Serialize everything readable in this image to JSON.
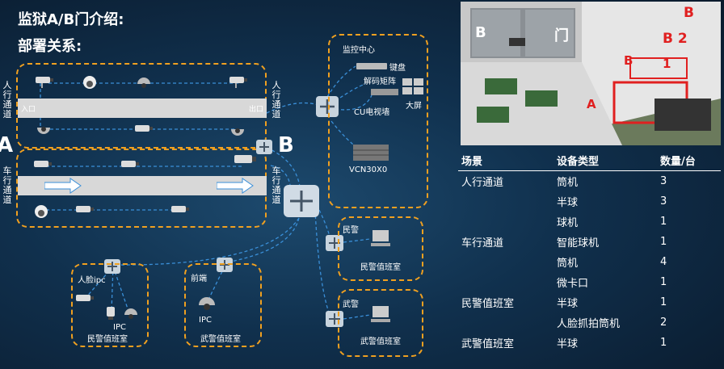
{
  "heading": {
    "line1": "监狱A/B门介绍:",
    "line2": "部署关系:"
  },
  "labels": {
    "A": "A",
    "B": "B",
    "ped_left": "人行通道",
    "ped_right": "人行通道",
    "veh_left": "车行通道",
    "veh_right": "车行通道",
    "entrance": "入口",
    "exit": "出口",
    "monitor_center": "监控中心",
    "keyboard": "键盘",
    "decoder": "解码矩阵",
    "big_screen": "大屏",
    "cu_wall": "CU电视墙",
    "vcn": "VCN30X0",
    "police1_title": "民警",
    "police1_room": "民警值班室",
    "police2_title": "武警",
    "police2_room": "武警值班室",
    "face_ipc": "人脸ipc",
    "ipc_label": "IPC",
    "box1_room": "民警值班室",
    "front": "前端",
    "ipc2": "IPC",
    "box2_room": "武警值班室"
  },
  "scene": {
    "door_left": "B",
    "door_right": "门",
    "red1": "B",
    "red2": "B 2",
    "red3": "B",
    "red4": "1",
    "red5": "A"
  },
  "table": {
    "headers": [
      "场景",
      "设备类型",
      "数量/台"
    ],
    "rows": [
      [
        "人行通道",
        "筒机",
        "3"
      ],
      [
        "",
        "半球",
        "3"
      ],
      [
        "",
        "球机",
        "1"
      ],
      [
        "车行通道",
        "智能球机",
        "1"
      ],
      [
        "",
        "筒机",
        "4"
      ],
      [
        "",
        "微卡口",
        "1"
      ],
      [
        "民警值班室",
        "半球",
        "1"
      ],
      [
        "",
        "人脸抓拍筒机",
        "2"
      ],
      [
        "武警值班室",
        "半球",
        "1"
      ]
    ]
  }
}
